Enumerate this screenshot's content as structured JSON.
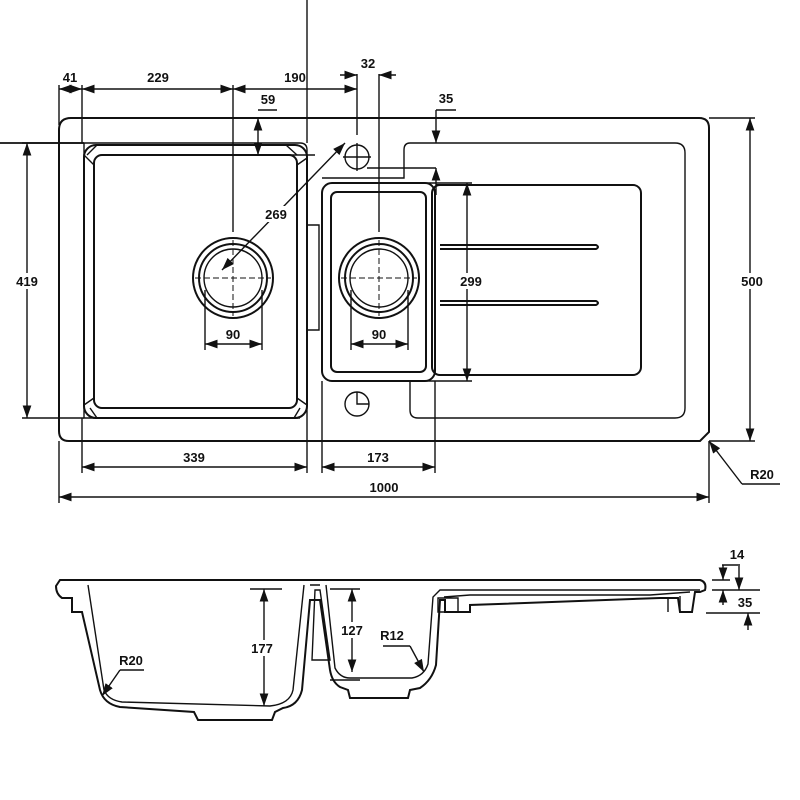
{
  "plan_view": {
    "dims": {
      "left_margin": "41",
      "main_waste_offset": "229",
      "tap_offset": "190",
      "tap_diameter": "32",
      "rim_to_bowl": "59",
      "rim_to_small_bowl": "35",
      "waste_diagonal": "269",
      "main_bowl_length": "419",
      "overall_width": "500",
      "small_bowl_length": "299",
      "main_waste_dia": "90",
      "small_waste_dia": "90",
      "main_bowl_width": "339",
      "small_bowl_width": "173",
      "overall_length": "1000",
      "corner_radius": "R20"
    }
  },
  "section_view": {
    "dims": {
      "rim_thickness": "14",
      "drainer_depth": "35",
      "main_bowl_depth": "177",
      "small_bowl_depth": "127",
      "small_bowl_radius": "R12",
      "main_bowl_radius": "R20"
    }
  }
}
